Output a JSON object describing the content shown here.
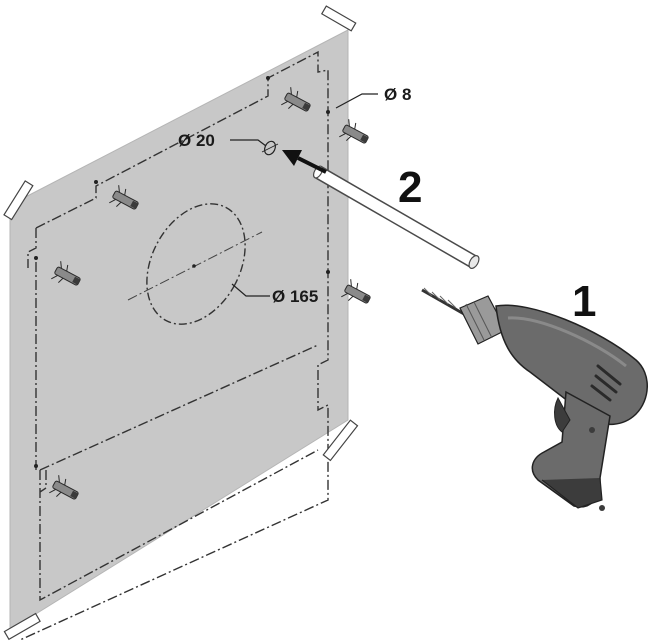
{
  "labels": {
    "dowel_hole_diameter": "Ø 8",
    "cable_hole_diameter": "Ø 20",
    "duct_hole_diameter": "Ø 165",
    "step_drill": "1",
    "step_insert": "2"
  },
  "colors": {
    "template_sheet": "#c8c8c8",
    "drill_body": "#6b6b6b",
    "drill_dark": "#3c3c3c",
    "outline": "#222222",
    "tape": "#ffffff"
  },
  "icons": {
    "drill": "power-drill-icon",
    "dowel": "wall-plug-icon",
    "tube": "wall-tube-icon",
    "arrow": "insert-arrow-icon"
  }
}
